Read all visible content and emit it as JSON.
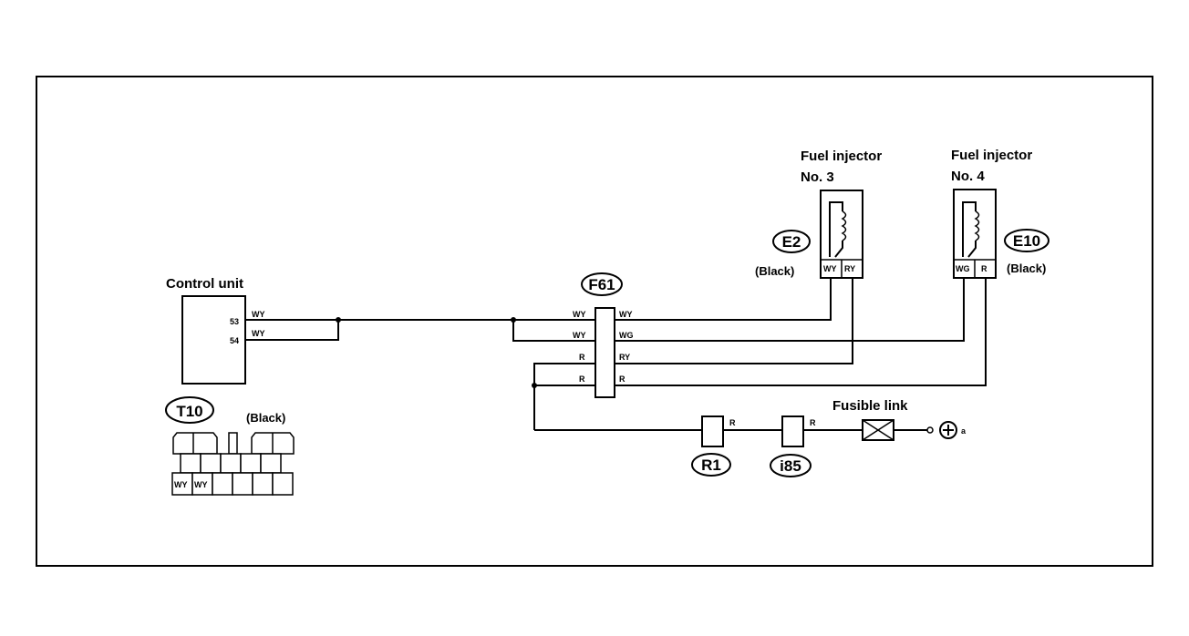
{
  "labels": {
    "fuel_injector_3": "Fuel injector",
    "fuel_injector_3_no": "No. 3",
    "fuel_injector_4": "Fuel injector",
    "fuel_injector_4_no": "No. 4",
    "control_unit": "Control unit",
    "fusible_link": "Fusible link",
    "black_e2": "(Black)",
    "black_e10": "(Black)",
    "black_t10": "(Black)",
    "plus_a": "a"
  },
  "connectors": {
    "e2": "E2",
    "e10": "E10",
    "f61": "F61",
    "t10": "T10",
    "r1": "R1",
    "i85": "i85"
  },
  "pins": {
    "cu_53": "53",
    "cu_54": "54",
    "cu_53_wire": "WY",
    "cu_54_wire": "WY",
    "f61_l1": "WY",
    "f61_l2": "WY",
    "f61_l3": "R",
    "f61_l4": "R",
    "f61_r1": "WY",
    "f61_r2": "WG",
    "f61_r3": "RY",
    "f61_r4": "R",
    "e2_p1": "WY",
    "e2_p2": "RY",
    "e10_p1": "WG",
    "e10_p2": "R",
    "r1_out": "R",
    "i85_out": "R",
    "t10_p1": "WY",
    "t10_p2": "WY"
  }
}
